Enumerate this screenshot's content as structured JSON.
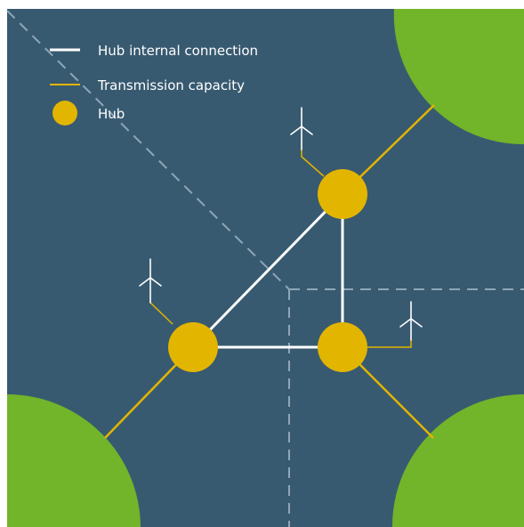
{
  "legend": {
    "hub_internal_connection": "Hub internal connection",
    "transmission_capacity": "Transmission capacity",
    "hub": "Hub"
  },
  "colors": {
    "sea": "#385a70",
    "land": "#72b42a",
    "hub": "#e2b500",
    "internal_connection": "#ffffff",
    "transmission": "#e2b500",
    "border": "#8ea6b8",
    "turbine": "#ffffff"
  },
  "icons": {
    "turbine": "wind-turbine-icon"
  }
}
